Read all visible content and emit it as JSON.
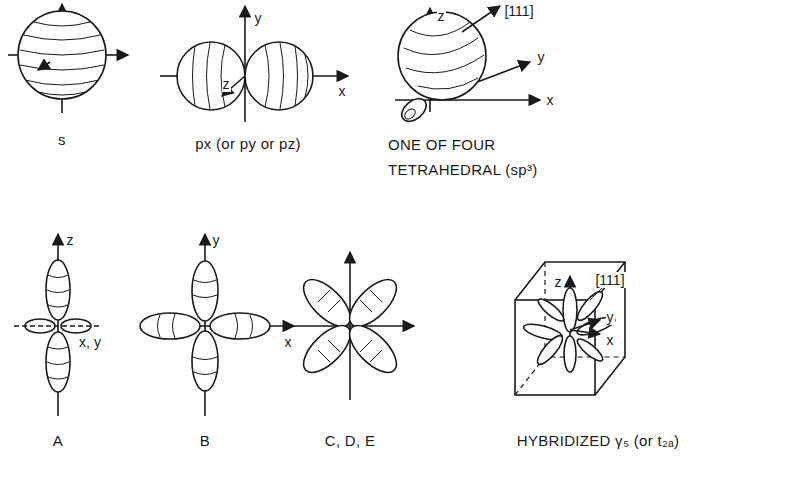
{
  "diagram": {
    "labels": [
      "s",
      "y",
      "z",
      "x",
      "px (or py or pz)",
      "[111]",
      "z",
      "y",
      "x",
      "ONE OF FOUR TETRAHEDRAL (sp³)",
      "z",
      "x, y",
      "A",
      "y",
      "x",
      "B",
      "C, D, E",
      "z",
      "[111]",
      "y",
      "x",
      "HYBRIDIZED γ₅ (or t₂ₐ)"
    ]
  }
}
